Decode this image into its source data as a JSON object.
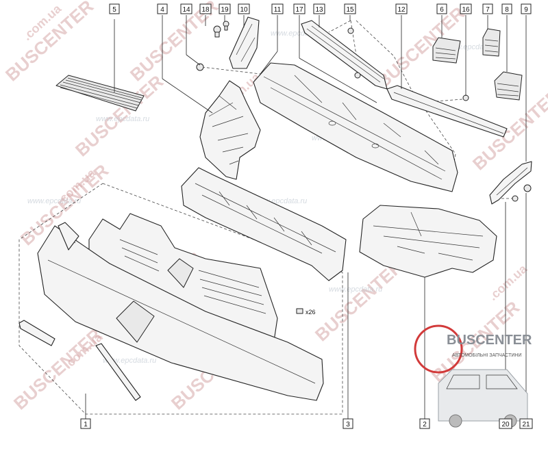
{
  "callouts": [
    "1",
    "2",
    "3",
    "4",
    "5",
    "6",
    "7",
    "8",
    "9",
    "10",
    "11",
    "12",
    "13",
    "14",
    "15",
    "16",
    "17",
    "18",
    "19",
    "20",
    "21"
  ],
  "fastener_qty": "x26",
  "watermarks": {
    "site": "www.epcdata.ru",
    "brand": "BUSCENTER",
    "domain": ".com.ua"
  },
  "logo": {
    "name": "BUSCENTER",
    "tagline": "АВТОМОБІЛЬНІ ЗАПЧАСТИНИ"
  }
}
